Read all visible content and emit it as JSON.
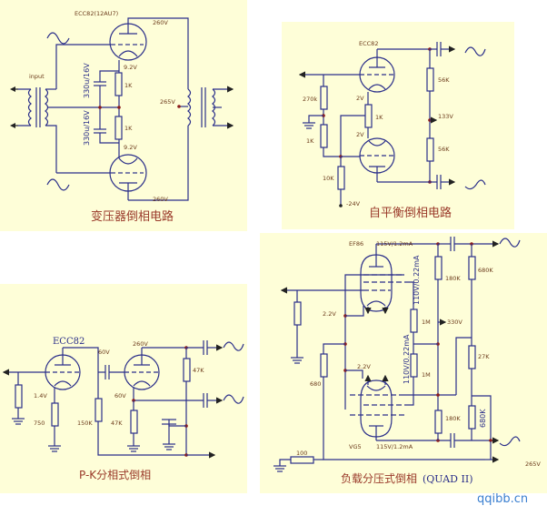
{
  "watermark": "qqibb.cn",
  "colors": {
    "panel_bg": "#fefed8",
    "wire": "#2b2f8a",
    "caption": "#9a3a2a",
    "label": "#6b3a1a",
    "junction": "#8b1a1a",
    "watermark": "#3a7fd0"
  },
  "panels": {
    "transformer": {
      "caption": "变压器倒相电路",
      "tube": "ECC82(12AU7)",
      "plate_voltage_top": "260V",
      "plate_voltage_bottom": "260V",
      "cathode_voltage_top": "9.2V",
      "cathode_voltage_bottom": "9.2V",
      "cap_top": "330u/16V",
      "cap_bottom": "330u/16V",
      "res_top": "1K",
      "res_bottom": "1K",
      "input_label": "input",
      "supply": "265V"
    },
    "self_balance": {
      "caption": "自平衡倒相电路",
      "tube": "ECC82",
      "r_grid": "270k",
      "r_ground": "1K",
      "pot": "1K",
      "r_tail": "10K",
      "v_cathode_top": "2V",
      "v_cathode_bottom": "2V",
      "r_plate_top": "56K",
      "r_plate_bottom": "56K",
      "supply": "133V",
      "neg_supply": "-24V"
    },
    "pk_split": {
      "caption": "P-K分相式倒相",
      "tube": "ECC82",
      "v_plate1": "60V",
      "v_plate2": "260V",
      "v_cathode1": "1.4V",
      "v_cathode2": "60V",
      "r_cathode1": "750",
      "r_plate1": "150K",
      "r_cathode2": "47K",
      "r_plate2": "47K"
    },
    "quad": {
      "caption": "负载分压式倒相",
      "caption_latin": "(QUAD II)",
      "tube_top": "EF86",
      "tube_bottom": "VG5",
      "plate_top": "115V/1.2mA",
      "plate_bottom": "115V/1.2mA",
      "screen_top": "110V/0.22mA",
      "screen_bottom": "110V/0.22mA",
      "v_cathode_top": "2.2V",
      "v_cathode_bottom": "2.2V",
      "r_load_top": "180K",
      "r_load_bottom": "180K",
      "r_screen_top": "1M",
      "r_screen_bottom": "1M",
      "v_screen": "330V",
      "r_cathode": "680",
      "r_ground": "100",
      "r_div1": "680K",
      "r_div2": "27K",
      "r_div3": "680K",
      "supply": "265V"
    }
  }
}
